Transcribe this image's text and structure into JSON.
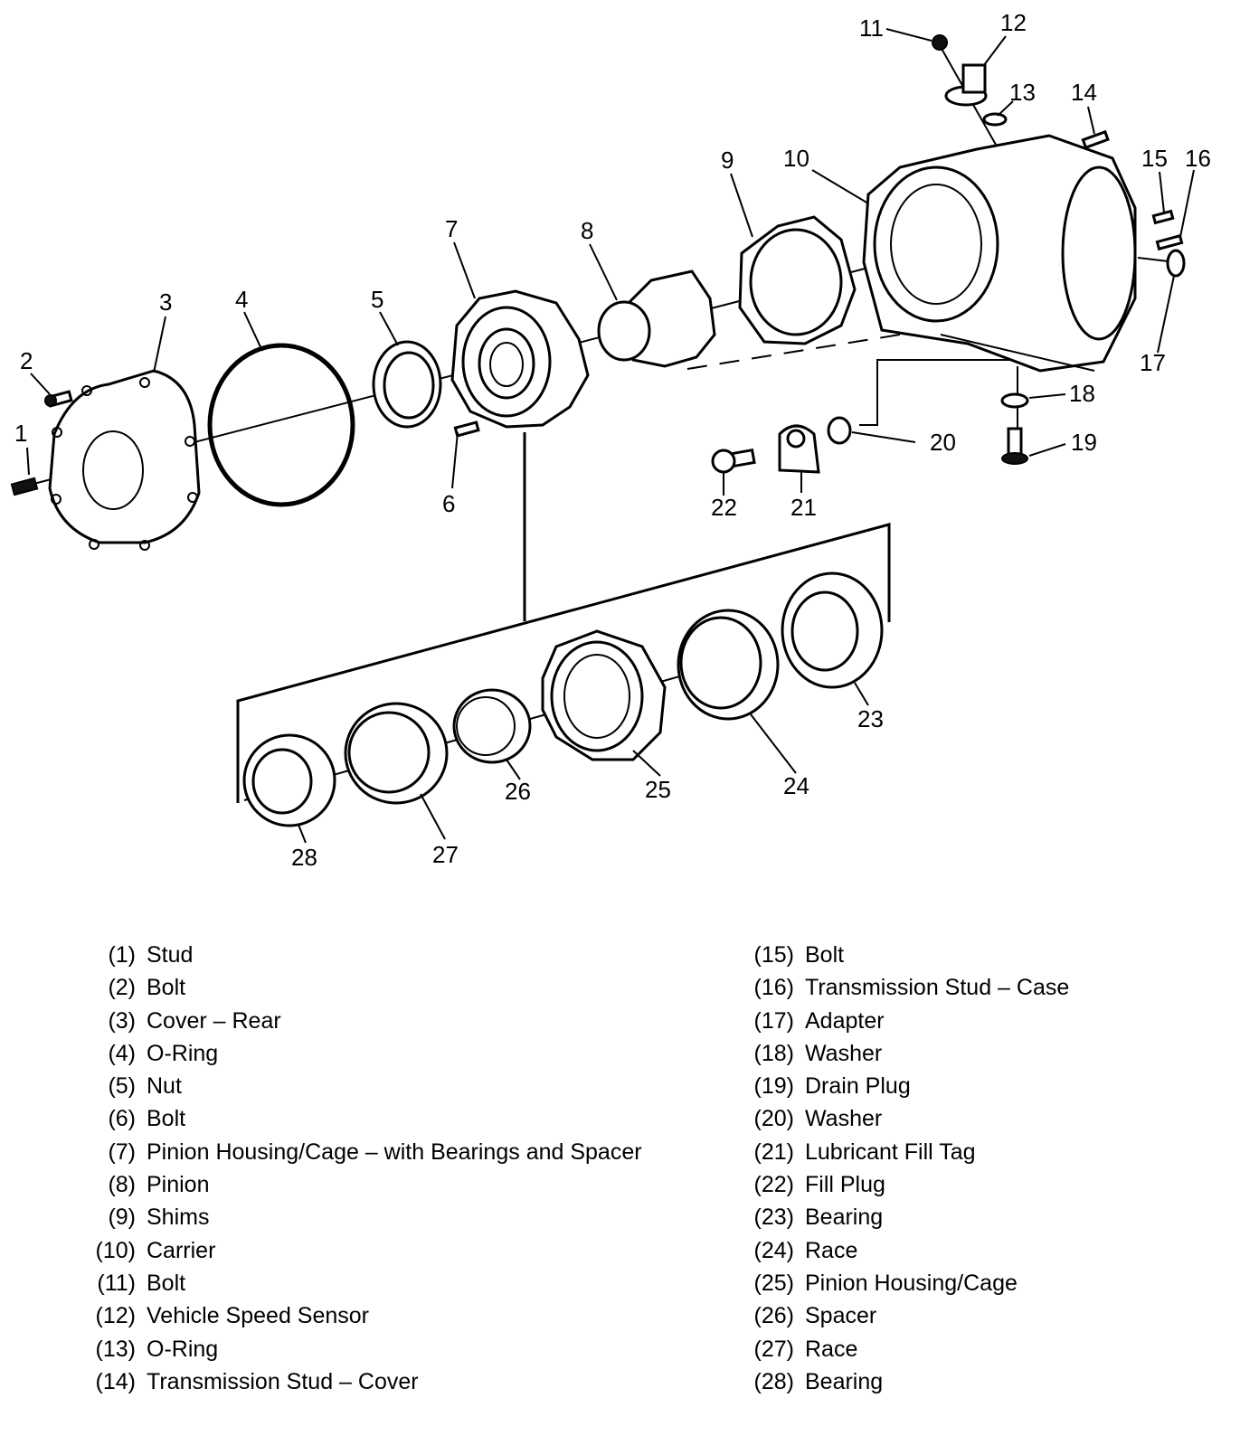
{
  "callouts": [
    "1",
    "2",
    "3",
    "4",
    "5",
    "6",
    "7",
    "8",
    "9",
    "10",
    "11",
    "12",
    "13",
    "14",
    "15",
    "16",
    "17",
    "18",
    "19",
    "20",
    "21",
    "22",
    "23",
    "24",
    "25",
    "26",
    "27",
    "28"
  ],
  "legend": {
    "left": [
      {
        "num": "(1)",
        "text": "Stud"
      },
      {
        "num": "(2)",
        "text": "Bolt"
      },
      {
        "num": "(3)",
        "text": "Cover – Rear"
      },
      {
        "num": "(4)",
        "text": "O-Ring"
      },
      {
        "num": "(5)",
        "text": "Nut"
      },
      {
        "num": "(6)",
        "text": "Bolt"
      },
      {
        "num": "(7)",
        "text": "Pinion Housing/Cage – with Bearings and Spacer"
      },
      {
        "num": "(8)",
        "text": "Pinion"
      },
      {
        "num": "(9)",
        "text": "Shims"
      },
      {
        "num": "(10)",
        "text": "Carrier"
      },
      {
        "num": "(11)",
        "text": "Bolt"
      },
      {
        "num": "(12)",
        "text": "Vehicle Speed Sensor"
      },
      {
        "num": "(13)",
        "text": "O-Ring"
      },
      {
        "num": "(14)",
        "text": "Transmission Stud – Cover"
      }
    ],
    "right": [
      {
        "num": "(15)",
        "text": "Bolt"
      },
      {
        "num": "(16)",
        "text": "Transmission Stud – Case"
      },
      {
        "num": "(17)",
        "text": "Adapter"
      },
      {
        "num": "(18)",
        "text": "Washer"
      },
      {
        "num": "(19)",
        "text": "Drain Plug"
      },
      {
        "num": "(20)",
        "text": "Washer"
      },
      {
        "num": "(21)",
        "text": "Lubricant Fill Tag"
      },
      {
        "num": "(22)",
        "text": "Fill Plug"
      },
      {
        "num": "(23)",
        "text": "Bearing"
      },
      {
        "num": "(24)",
        "text": "Race"
      },
      {
        "num": "(25)",
        "text": "Pinion Housing/Cage"
      },
      {
        "num": "(26)",
        "text": "Spacer"
      },
      {
        "num": "(27)",
        "text": "Race"
      },
      {
        "num": "(28)",
        "text": "Bearing"
      }
    ]
  }
}
